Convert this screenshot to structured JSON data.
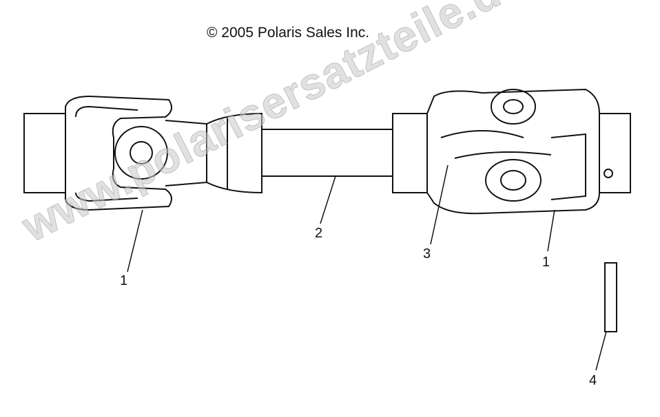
{
  "copyright": "© 2005 Polaris Sales Inc.",
  "watermark": "www.polarisersatzteile.de",
  "callouts": [
    {
      "label": "1",
      "part": "left-u-joint-yoke"
    },
    {
      "label": "2",
      "part": "shaft"
    },
    {
      "label": "3",
      "part": "cross-bearing"
    },
    {
      "label": "1",
      "part": "right-u-joint-yoke"
    },
    {
      "label": "4",
      "part": "key-pin"
    }
  ]
}
